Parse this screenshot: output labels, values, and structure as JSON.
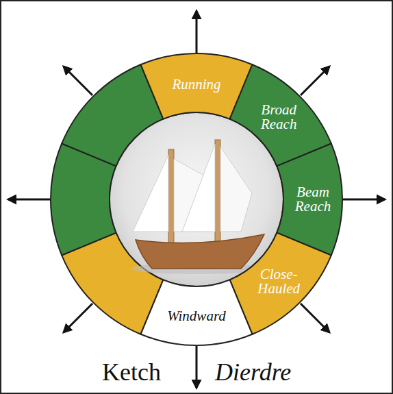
{
  "diagram": {
    "nodes": [
      {
        "text": [
          "Running"
        ]
      },
      {
        "text": [
          "Broad Reach"
        ]
      },
      {
        "text": [
          "Beam Reach"
        ]
      },
      {
        "text": [
          "Close-Hauled"
        ]
      },
      {
        "text": [
          "Windward"
        ]
      }
    ],
    "labels": [
      "Ketch",
      "Dierdre"
    ]
  }
}
